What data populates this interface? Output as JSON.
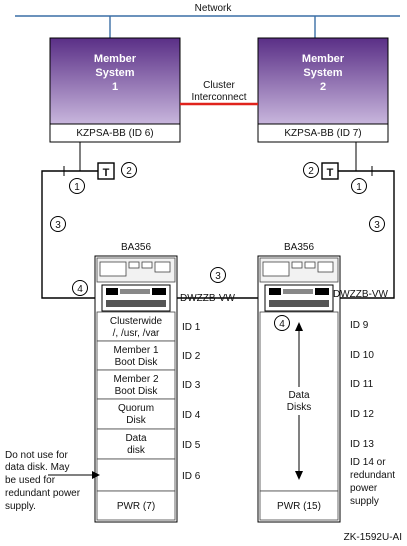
{
  "network_label": "Network",
  "member_system_1": {
    "line1": "Member",
    "line2": "System",
    "line3": "1",
    "adapter": "KZPSA-BB (ID 6)"
  },
  "member_system_2": {
    "line1": "Member",
    "line2": "System",
    "line3": "2",
    "adapter": "KZPSA-BB (ID 7)"
  },
  "cluster_interconnect": {
    "line1": "Cluster",
    "line2": "Interconnect"
  },
  "callouts": {
    "y_cable": "1",
    "terminator": "2",
    "cable": "3",
    "dwzzb": "4"
  },
  "terminator_letter": "T",
  "left_enclosure": {
    "title": "BA356",
    "dwzzb_label": "DWZZB-VW",
    "slots": [
      {
        "lines": [
          "Clusterwide",
          "/, /usr, /var"
        ],
        "id": "ID 1"
      },
      {
        "lines": [
          "Member 1",
          "Boot Disk"
        ],
        "id": "ID 2"
      },
      {
        "lines": [
          "Member 2",
          "Boot Disk"
        ],
        "id": "ID 3"
      },
      {
        "lines": [
          "Quorum",
          "Disk"
        ],
        "id": "ID 4"
      },
      {
        "lines": [
          "Data",
          "disk"
        ],
        "id": "ID 5"
      },
      {
        "lines": [
          ""
        ],
        "id": "ID 6"
      }
    ],
    "pwr": "PWR (7)"
  },
  "right_enclosure": {
    "title": "BA356",
    "dwzzb_label": "DWZZB-VW",
    "data_disks": [
      "Data",
      "Disks"
    ],
    "ids": [
      "ID 9",
      "ID 10",
      "ID 11",
      "ID 12",
      "ID 13"
    ],
    "id14": [
      "ID 14 or",
      "redundant",
      "power",
      "supply"
    ],
    "pwr": "PWR (15)"
  },
  "note": [
    "Do not use for",
    "data disk.  May",
    "be used for",
    "redundant power",
    "supply."
  ],
  "figure_code": "ZK-1592U-AI",
  "colors": {
    "system_top": "#5a2f86",
    "system_bottom": "#c8b6dc",
    "interconnect": "#e0231c",
    "network": "#3a6ea5"
  }
}
